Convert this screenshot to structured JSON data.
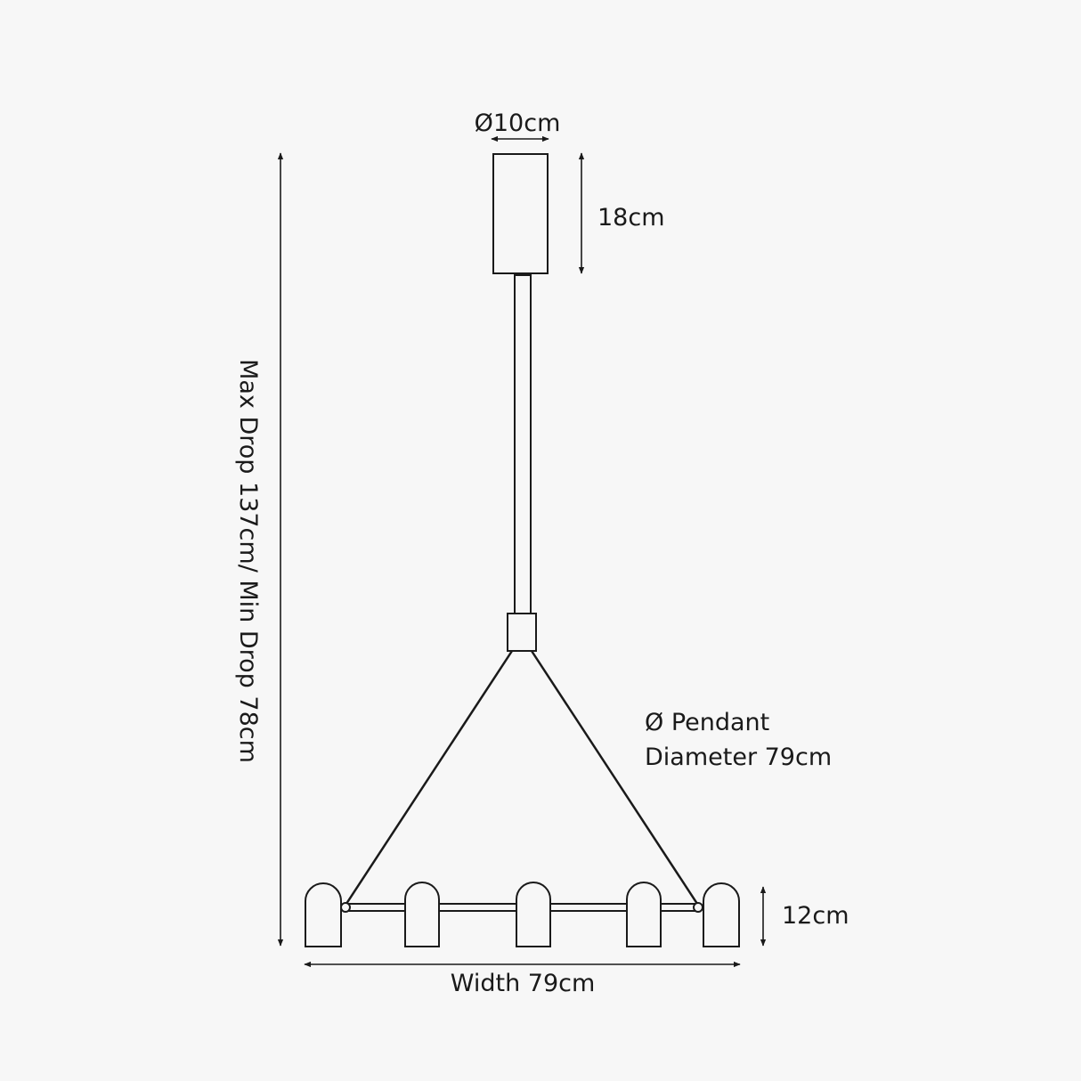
{
  "labels": {
    "canopy_diameter": "Ø10cm",
    "canopy_height": "18cm",
    "max_min_drop": "Max Drop 137cm/ Min Drop 78cm",
    "pendant_diameter_line1": "Ø Pendant",
    "pendant_diameter_line2": "Diameter 79cm",
    "shade_height": "12cm",
    "width": "Width 79cm"
  },
  "colors": {
    "background": "#f7f7f7",
    "line": "#1a1a1a",
    "fill": "#f7f7f7"
  }
}
